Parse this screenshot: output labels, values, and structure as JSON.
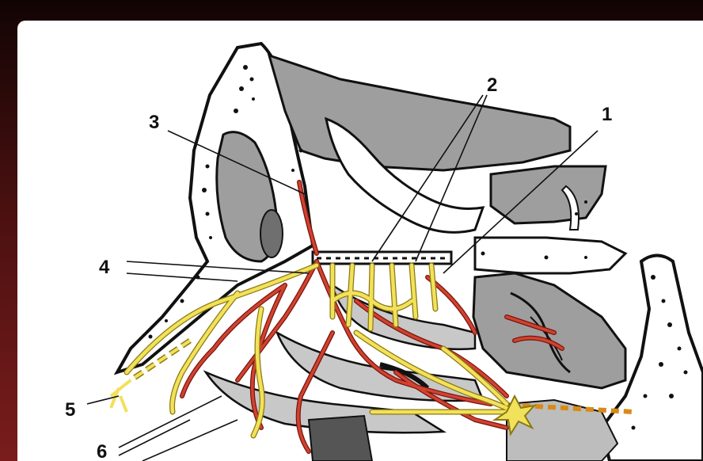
{
  "labels": {
    "l1": "1",
    "l2": "2",
    "l3": "3",
    "l4": "4",
    "l5": "5",
    "l6": "6"
  },
  "colors": {
    "bone": "#ffffff",
    "cavity": "#9e9e9e",
    "cavity_light": "#c8c8c8",
    "nerve": "#f2e15a",
    "artery": "#c0392b",
    "outline": "#111111"
  }
}
